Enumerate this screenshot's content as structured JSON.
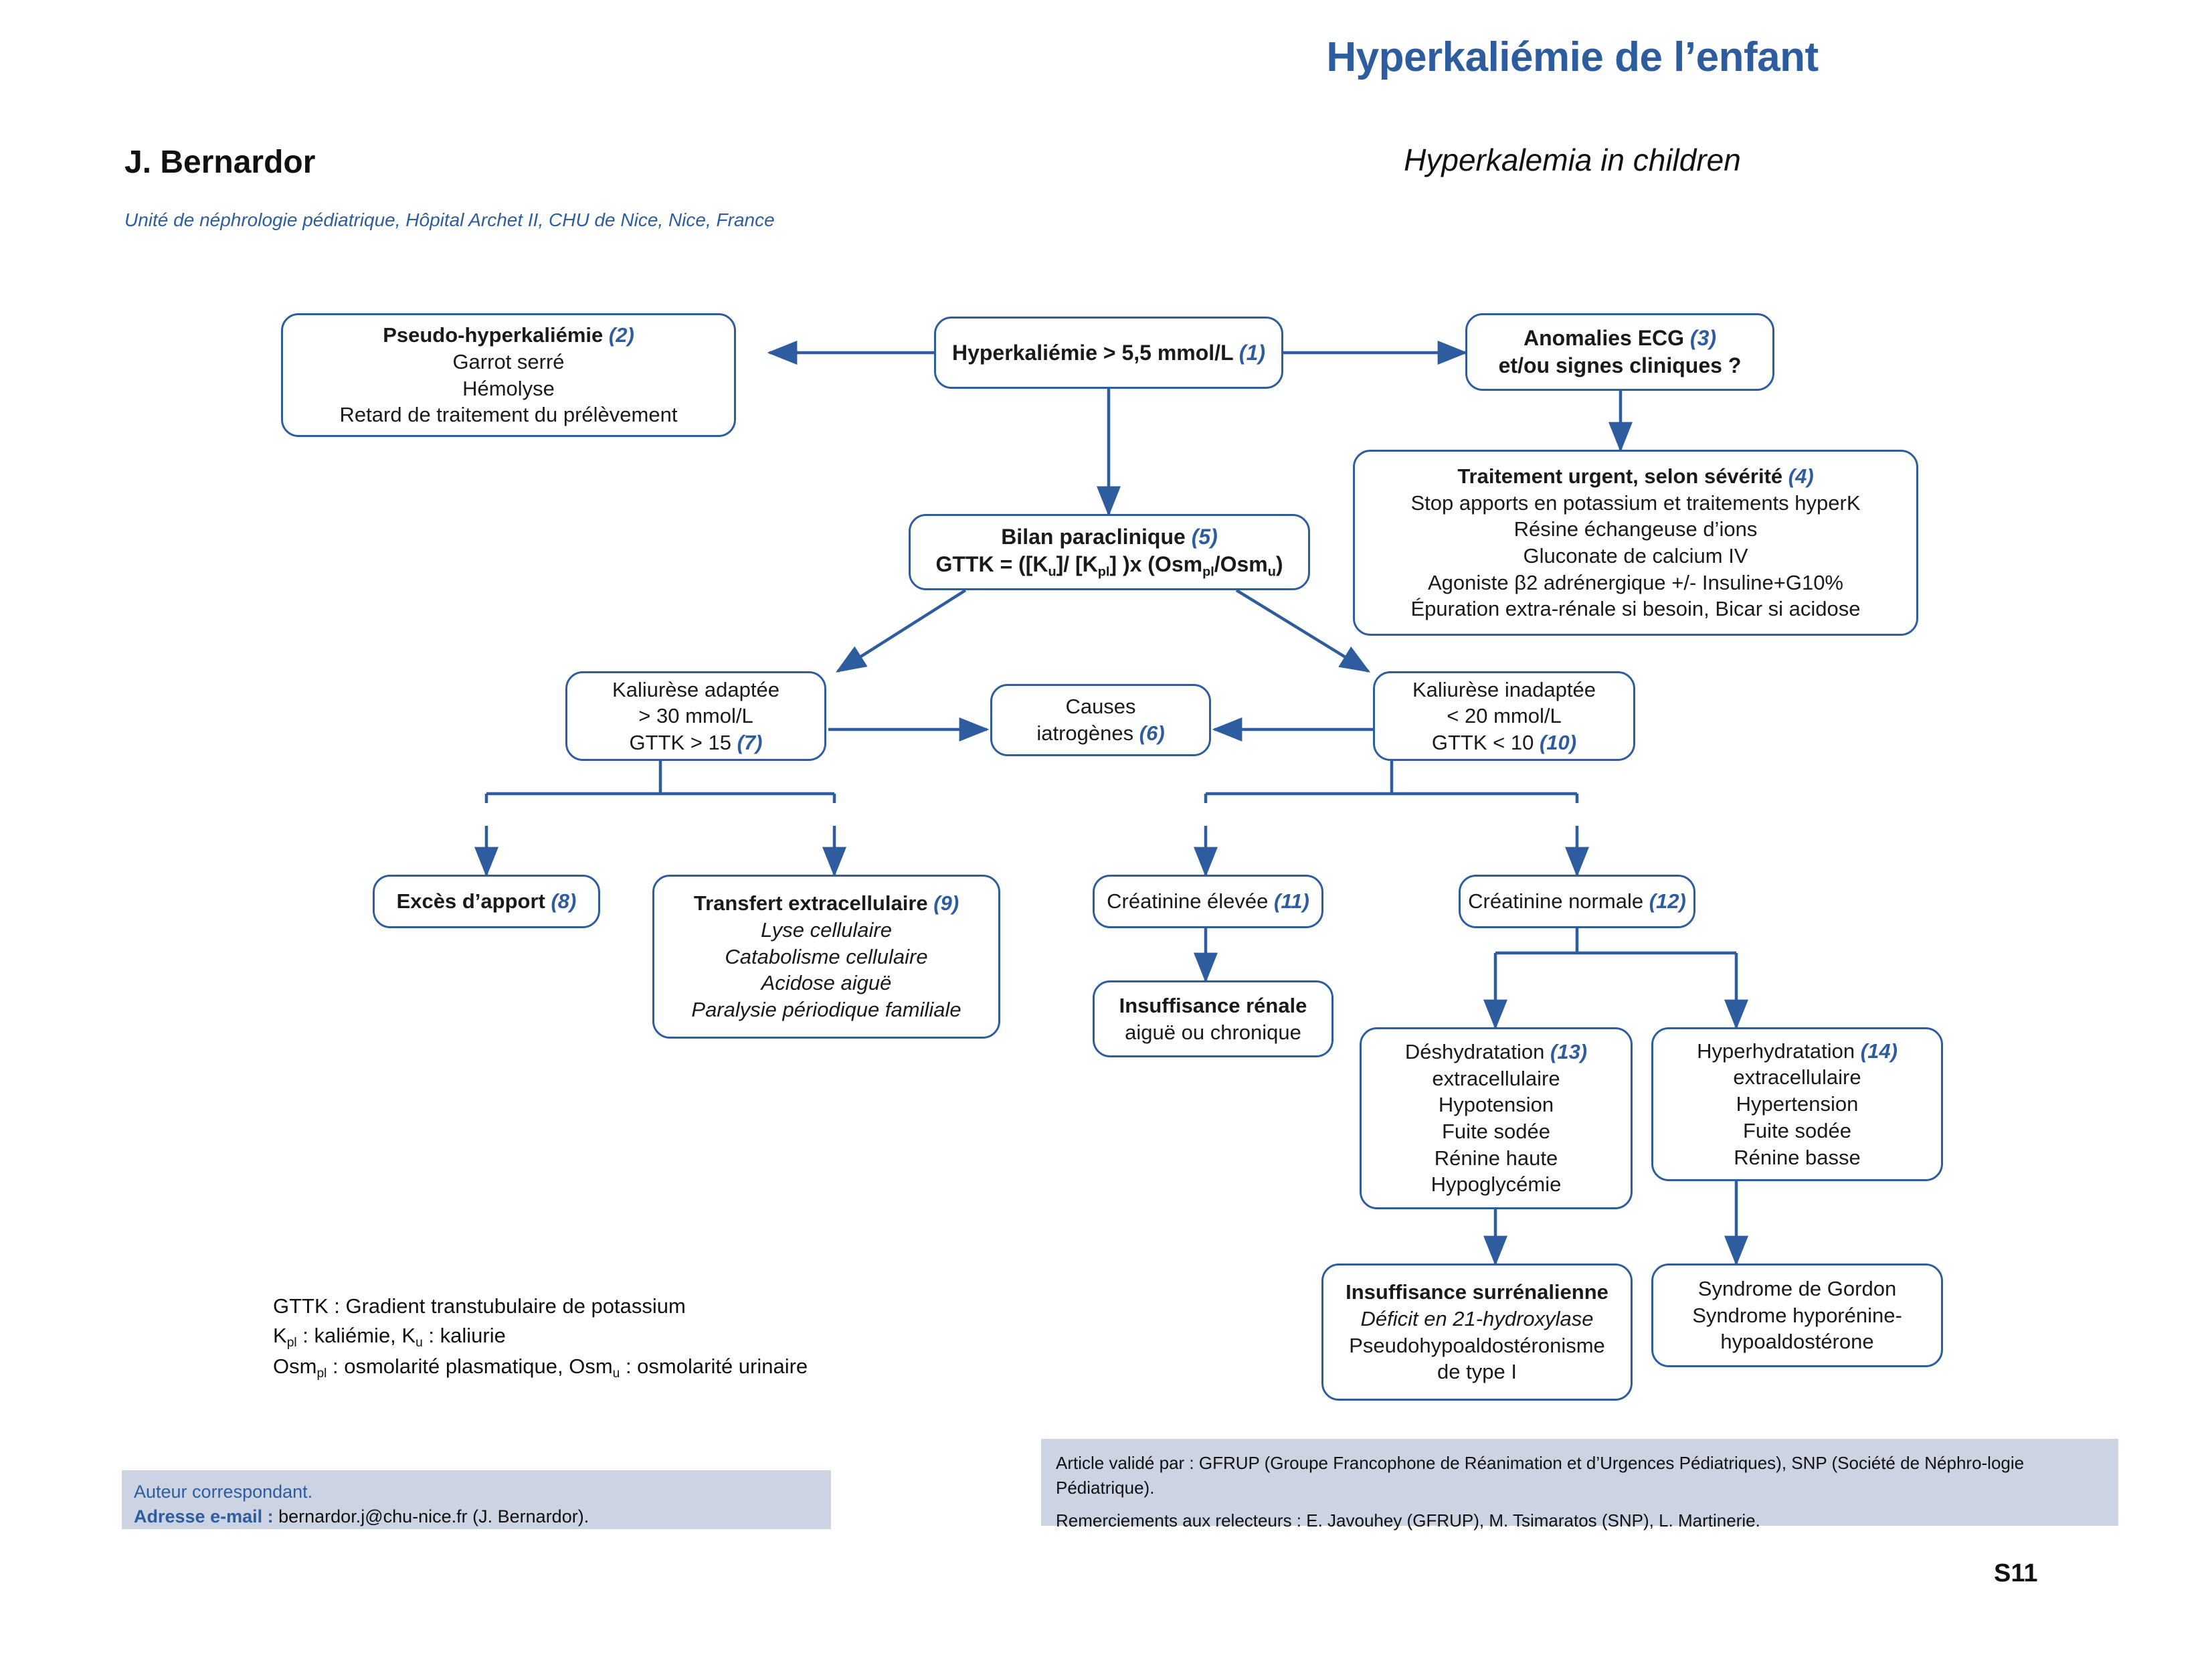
{
  "header": {
    "title": "Hyperkaliémie de l’enfant",
    "subtitle": "Hyperkalemia in children",
    "author": "J. Bernardor",
    "affiliation": "Unité de néphrologie pédiatrique, Hôpital Archet II, CHU de Nice, Nice, France"
  },
  "flow": {
    "n1": {
      "line1": "Hyperkaliémie > 5,5 mmol/L",
      "ref": "(1)"
    },
    "n2": {
      "line1": "Pseudo-hyperkaliémie",
      "ref": "(2)",
      "line2": "Garrot serré",
      "line3": "Hémolyse",
      "line4": "Retard de traitement du prélèvement"
    },
    "n3": {
      "line1": "Anomalies ECG",
      "ref": "(3)",
      "line2": "et/ou signes cliniques ?"
    },
    "n4": {
      "line1": "Traitement urgent, selon sévérité",
      "ref": "(4)",
      "line2": "Stop apports en potassium et traitements hyperK",
      "line3": "Résine échangeuse d’ions",
      "line4": "Gluconate de calcium IV",
      "line5": "Agoniste β2 adrénergique +/- Insuline+G10%",
      "line6": "Épuration extra-rénale si besoin, Bicar si acidose"
    },
    "n5": {
      "line1": "Bilan paraclinique",
      "ref": "(5)",
      "formula": "GTTK = ([Ku]/ [Kpl] )x (Osmpl/Osmu)"
    },
    "n6": {
      "line1": "Causes",
      "line2": "iatrogènes",
      "ref": "(6)"
    },
    "n7": {
      "line1": "Kaliurèse adaptée",
      "line2": "> 30 mmol/L",
      "line3": "GTTK > 15",
      "ref": "(7)"
    },
    "n8": {
      "line1": "Excès d’apport",
      "ref": "(8)"
    },
    "n9": {
      "line1": "Transfert extracellulaire",
      "ref": "(9)",
      "line2": "Lyse cellulaire",
      "line3": "Catabolisme cellulaire",
      "line4": "Acidose aiguë",
      "line5": "Paralysie périodique familiale"
    },
    "n10": {
      "line1": "Kaliurèse inadaptée",
      "line2": "< 20 mmol/L",
      "line3": "GTTK < 10",
      "ref": "(10)"
    },
    "n11": {
      "line1": "Créatinine élevée",
      "ref": "(11)"
    },
    "n12": {
      "line1": "Créatinine normale",
      "ref": "(12)"
    },
    "n13": {
      "line1": "Déshydratation",
      "ref": "(13)",
      "line2": "extracellulaire",
      "line3": "Hypotension",
      "line4": "Fuite sodée",
      "line5": "Rénine haute",
      "line6": "Hypoglycémie"
    },
    "n14": {
      "line1": "Hyperhydratation",
      "ref": "(14)",
      "line2": "extracellulaire",
      "line3": "Hypertension",
      "line4": "Fuite sodée",
      "line5": "Rénine basse"
    },
    "n15": {
      "line1": "Insuffisance rénale",
      "line2": "aiguë ou chronique"
    },
    "n16": {
      "line1": "Insuffisance surrénalienne",
      "line2": "Déficit en 21-hydroxylase",
      "line3": "Pseudohypoaldostéronisme",
      "line4": "de type I"
    },
    "n17": {
      "line1": "Syndrome de Gordon",
      "line2": "Syndrome hyporénine-",
      "line3": "hypoaldostérone"
    }
  },
  "legend": {
    "line1": "GTTK : Gradient transtubulaire de potassium",
    "line2_a": "K",
    "line2_sub": "pl",
    "line2_b": " : kaliémie, K",
    "line2_sub2": "u",
    "line2_c": " : kaliurie",
    "line3_a": "Osm",
    "line3_sub": "pl",
    "line3_b": " : osmolarité plasmatique, Osm",
    "line3_sub2": "u",
    "line3_c": " : osmolarité urinaire"
  },
  "footer": {
    "corresponding_label": "Auteur correspondant.",
    "email_label": "Adresse e-mail :",
    "email_value": "bernardor.j@chu-nice.fr (J. Bernardor).",
    "validation_1": "Article validé par : GFRUP (Groupe Francophone de Réanimation et d’Urgences Pédiatriques), SNP (Société de Néphro-logie Pédiatrique).",
    "validation_2": "Remerciements aux relecteurs : E. Javouhey (GFRUP), M. Tsimaratos (SNP), L. Martinerie.",
    "page": "S11"
  },
  "colors": {
    "accent": "#2d5d9f",
    "panel": "#ccd4e3"
  }
}
